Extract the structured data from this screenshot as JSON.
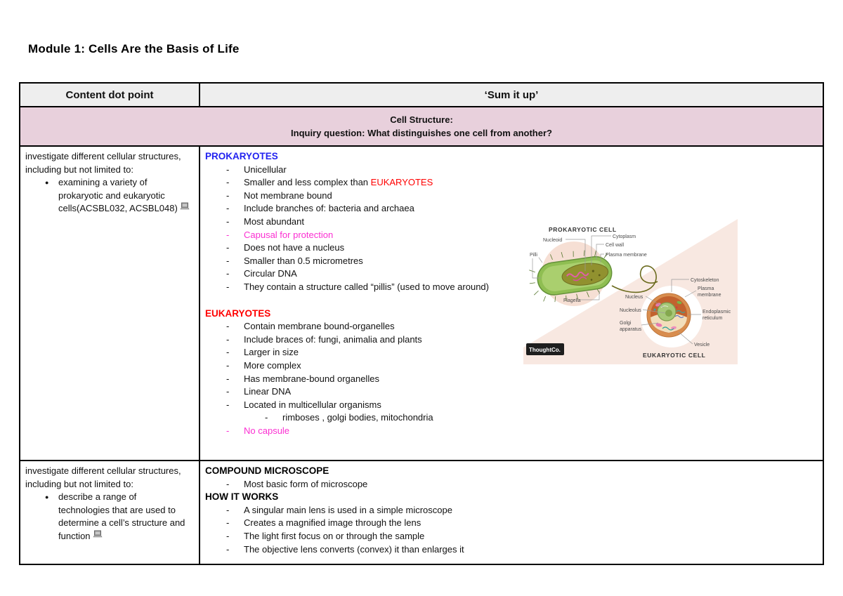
{
  "title": "Module 1: Cells Are the Basis of Life",
  "table": {
    "header": {
      "left": "Content dot point",
      "right": "‘Sum it up’"
    },
    "banner": {
      "line1": "Cell Structure:",
      "line2": "Inquiry question: What distinguishes one cell from another?"
    },
    "rows": [
      {
        "left": {
          "intro": [
            "investigate different cellular structures,",
            "including but not limited to:"
          ],
          "items": [
            {
              "lines": [
                "examining a variety of",
                "prokaryotic and eukaryotic",
                "cells(ACSBL032, ACSBL048)"
              ],
              "icon": "laptop-icon"
            }
          ]
        },
        "right_blocks": [
          {
            "heading": "PROKARYOTES",
            "color": "#2222f0",
            "items": [
              {
                "parts": [
                  {
                    "t": "Unicellular"
                  }
                ]
              },
              {
                "parts": [
                  {
                    "t": "Smaller and less complex than "
                  },
                  {
                    "t": "EUKARYOTES",
                    "c": "#ff0000"
                  }
                ]
              },
              {
                "parts": [
                  {
                    "t": "Not membrane bound"
                  }
                ]
              },
              {
                "parts": [
                  {
                    "t": "Include branches of: bacteria and archaea"
                  }
                ]
              },
              {
                "parts": [
                  {
                    "t": "Most abundant"
                  }
                ]
              },
              {
                "parts": [
                  {
                    "t": "Capusal for protection",
                    "c": "#fb2fd2"
                  }
                ],
                "c": "#fb2fd2"
              },
              {
                "parts": [
                  {
                    "t": "Does not have a nucleus"
                  }
                ]
              },
              {
                "parts": [
                  {
                    "t": "Smaller than 0.5 micrometres"
                  }
                ]
              },
              {
                "parts": [
                  {
                    "t": "Circular DNA"
                  }
                ]
              },
              {
                "parts": [
                  {
                    "t": "They contain a structure called “pillis” (used to move around)"
                  }
                ]
              }
            ]
          },
          {
            "heading": "EUKARYOTES",
            "color": "#ff0000",
            "gap_before": true,
            "items": [
              {
                "parts": [
                  {
                    "t": "Contain membrane bound-organelles"
                  }
                ]
              },
              {
                "parts": [
                  {
                    "t": "Include braces of: fungi, animalia and plants"
                  }
                ]
              },
              {
                "parts": [
                  {
                    "t": "Larger in size"
                  }
                ]
              },
              {
                "parts": [
                  {
                    "t": "More complex"
                  }
                ]
              },
              {
                "parts": [
                  {
                    "t": "Has membrane-bound organelles"
                  }
                ]
              },
              {
                "parts": [
                  {
                    "t": "Linear DNA"
                  }
                ]
              },
              {
                "parts": [
                  {
                    "t": "Located in multicellular organisms"
                  }
                ]
              },
              {
                "parts": [
                  {
                    "t": "rimboses , golgi bodies, mitochondria"
                  }
                ],
                "nested": true
              },
              {
                "parts": [
                  {
                    "t": "No capsule",
                    "c": "#fb2fd2"
                  }
                ],
                "c": "#fb2fd2"
              }
            ]
          }
        ]
      },
      {
        "left": {
          "intro": [
            "investigate different cellular structures,",
            "including but not limited to:"
          ],
          "items": [
            {
              "lines": [
                "describe a range of",
                "technologies that are used to",
                "determine a cell’s structure and",
                "function"
              ],
              "icon": "laptop-icon"
            }
          ]
        },
        "right_blocks": [
          {
            "heading": "COMPOUND MICROSCOPE",
            "color": "#000000",
            "items": [
              {
                "parts": [
                  {
                    "t": "Most basic form of microscope"
                  }
                ]
              }
            ]
          },
          {
            "heading": "HOW IT WORKS",
            "color": "#000000",
            "items": [
              {
                "parts": [
                  {
                    "t": "A singular main  lens is used in a simple microscope"
                  }
                ]
              },
              {
                "parts": [
                  {
                    "t": "Creates a magnified image through the lens"
                  }
                ]
              },
              {
                "parts": [
                  {
                    "t": "The light first focus on or through the sample"
                  }
                ]
              },
              {
                "parts": [
                  {
                    "t": "The objective lens converts (convex)  it than enlarges it"
                  }
                ]
              }
            ]
          }
        ]
      }
    ]
  },
  "diagram": {
    "watermark": "ThoughtCo.",
    "prokaryote": {
      "title": "PROKARYOTIC CELL",
      "labels": {
        "cytoplasm": "Cytoplasm",
        "nucleoid": "Nucleoid",
        "cell_wall": "Cell wall",
        "plasma_membrane": "Plasma membrane",
        "pilli": "Pilli",
        "flagella": "Flagella"
      }
    },
    "eukaryote": {
      "title": "EUKARYOTIC CELL",
      "labels": {
        "cytoskeleton": "Cytoskeleton",
        "plasma1": "Plasma",
        "plasma2": "membrane",
        "nucleus": "Nucleus",
        "nucleolus": "Nucleolus",
        "er1": "Endoplasmic",
        "er2": "reticulum",
        "golgi1": "Golgi",
        "golgi2": "apparatus",
        "vesicle": "Vesicle"
      }
    }
  },
  "colors": {
    "banner_bg": "#e8d0dc",
    "header_bg": "#eeeeee",
    "blue_heading": "#2222f0",
    "red_heading": "#ff0000",
    "magenta": "#fb2fd2",
    "peach": "#f8e8e1"
  }
}
